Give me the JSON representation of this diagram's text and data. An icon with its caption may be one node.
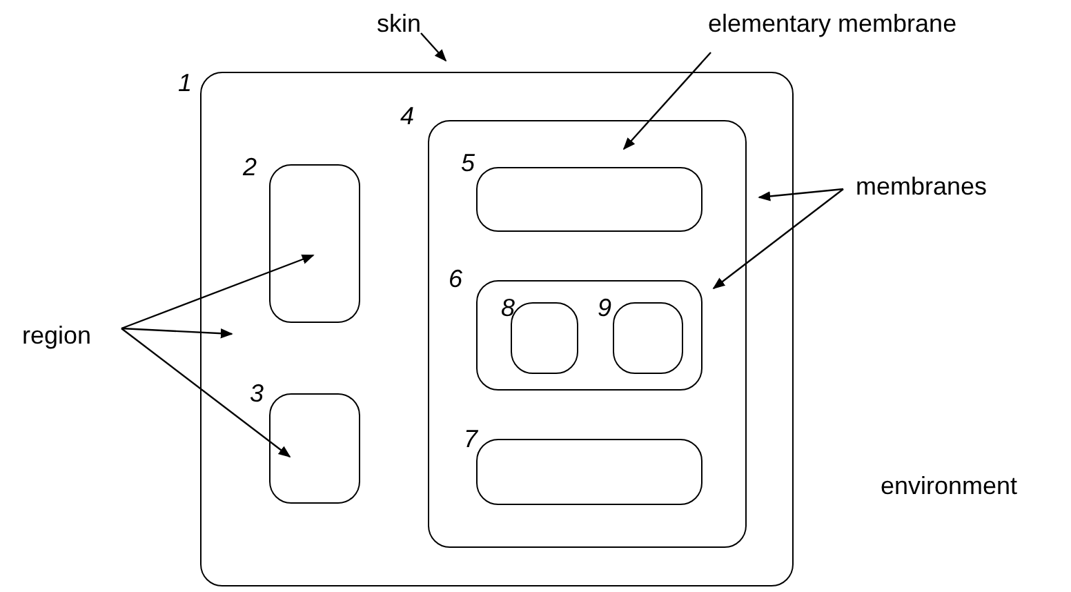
{
  "diagram": {
    "nodes": [
      {
        "text": [
          "skin"
        ]
      },
      {
        "text": [
          "elementary membrane"
        ]
      },
      {
        "text": [
          "membranes"
        ]
      },
      {
        "text": [
          "region"
        ]
      },
      {
        "text": [
          "1"
        ]
      },
      {
        "text": [
          "2"
        ],
        "in": 4
      },
      {
        "text": [
          "3"
        ],
        "in": 4
      },
      {
        "text": [
          "4"
        ],
        "in": 4
      },
      {
        "text": [
          "5"
        ],
        "in": 7
      },
      {
        "text": [
          "6"
        ],
        "in": 7
      },
      {
        "text": [
          "8"
        ],
        "in": 9
      },
      {
        "text": [
          "9"
        ],
        "in": 9
      },
      {
        "text": [
          "7"
        ],
        "in": 7
      }
    ],
    "edges": [
      {
        "from": 0,
        "to": 4,
        "arrow": "to"
      },
      {
        "from": 1,
        "to": 8,
        "arrow": "to"
      },
      {
        "from": 2,
        "to": 7,
        "arrow": "to"
      },
      {
        "from": 2,
        "to": 9,
        "arrow": "to"
      },
      {
        "from": 3,
        "to": 5,
        "arrow": "to"
      },
      {
        "from": 3,
        "to": 4,
        "arrow": "to"
      },
      {
        "from": 3,
        "to": 6,
        "arrow": "to"
      }
    ],
    "labels": [
      "environment"
    ]
  }
}
